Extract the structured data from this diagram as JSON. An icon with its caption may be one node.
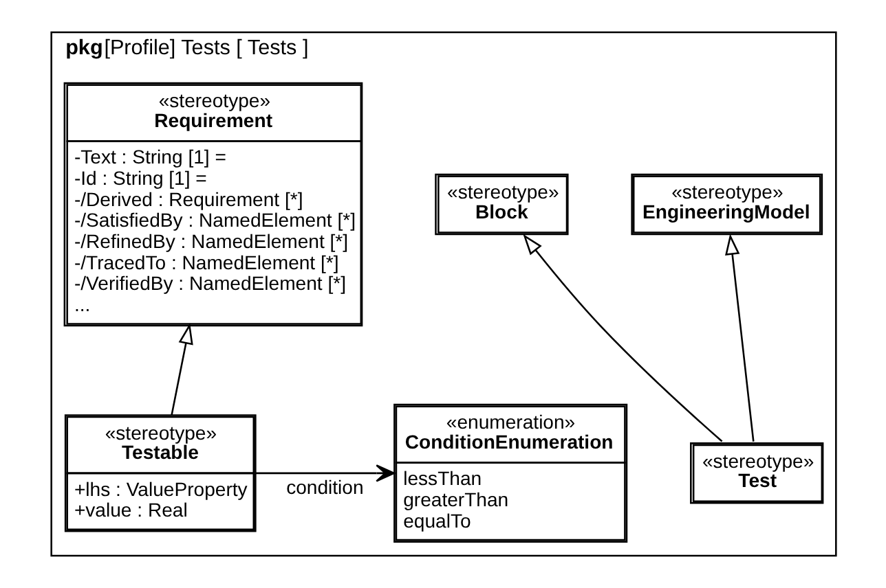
{
  "diagram": {
    "nodes": [
      {
        "text": [
          "pkg",
          "[Profile] Tests [ Tests ]"
        ]
      },
      {
        "text": [
          "«stereotype»",
          "Requirement",
          "-Text : String [1] =",
          "-Id : String [1] =",
          "-/Derived : Requirement [*]",
          "-/SatisfiedBy : NamedElement [*]",
          "-/RefinedBy : NamedElement [*]",
          "-/TracedTo : NamedElement [*]",
          "-/VerifiedBy : NamedElement [*]",
          "..."
        ],
        "in": 0
      },
      {
        "text": [
          "«stereotype»",
          "Block"
        ],
        "in": 0
      },
      {
        "text": [
          "«stereotype»",
          "EngineeringModel"
        ],
        "in": 0
      },
      {
        "text": [
          "«stereotype»",
          "Test"
        ],
        "in": 0
      },
      {
        "text": [
          "«stereotype»",
          "Testable",
          "+lhs : ValueProperty",
          "+value : Real"
        ],
        "in": 0
      },
      {
        "text": [
          "«enumeration»",
          "ConditionEnumeration",
          "lessThan",
          "greaterThan",
          "equalTo"
        ],
        "in": 0
      }
    ],
    "edges": [
      {
        "from": 4,
        "to": 2,
        "arrow": "to"
      },
      {
        "from": 4,
        "to": 3,
        "arrow": "to"
      },
      {
        "from": 5,
        "to": 1,
        "arrow": "to"
      },
      {
        "from": 5,
        "to": 6,
        "arrow": "to",
        "label": "condition"
      }
    ]
  }
}
